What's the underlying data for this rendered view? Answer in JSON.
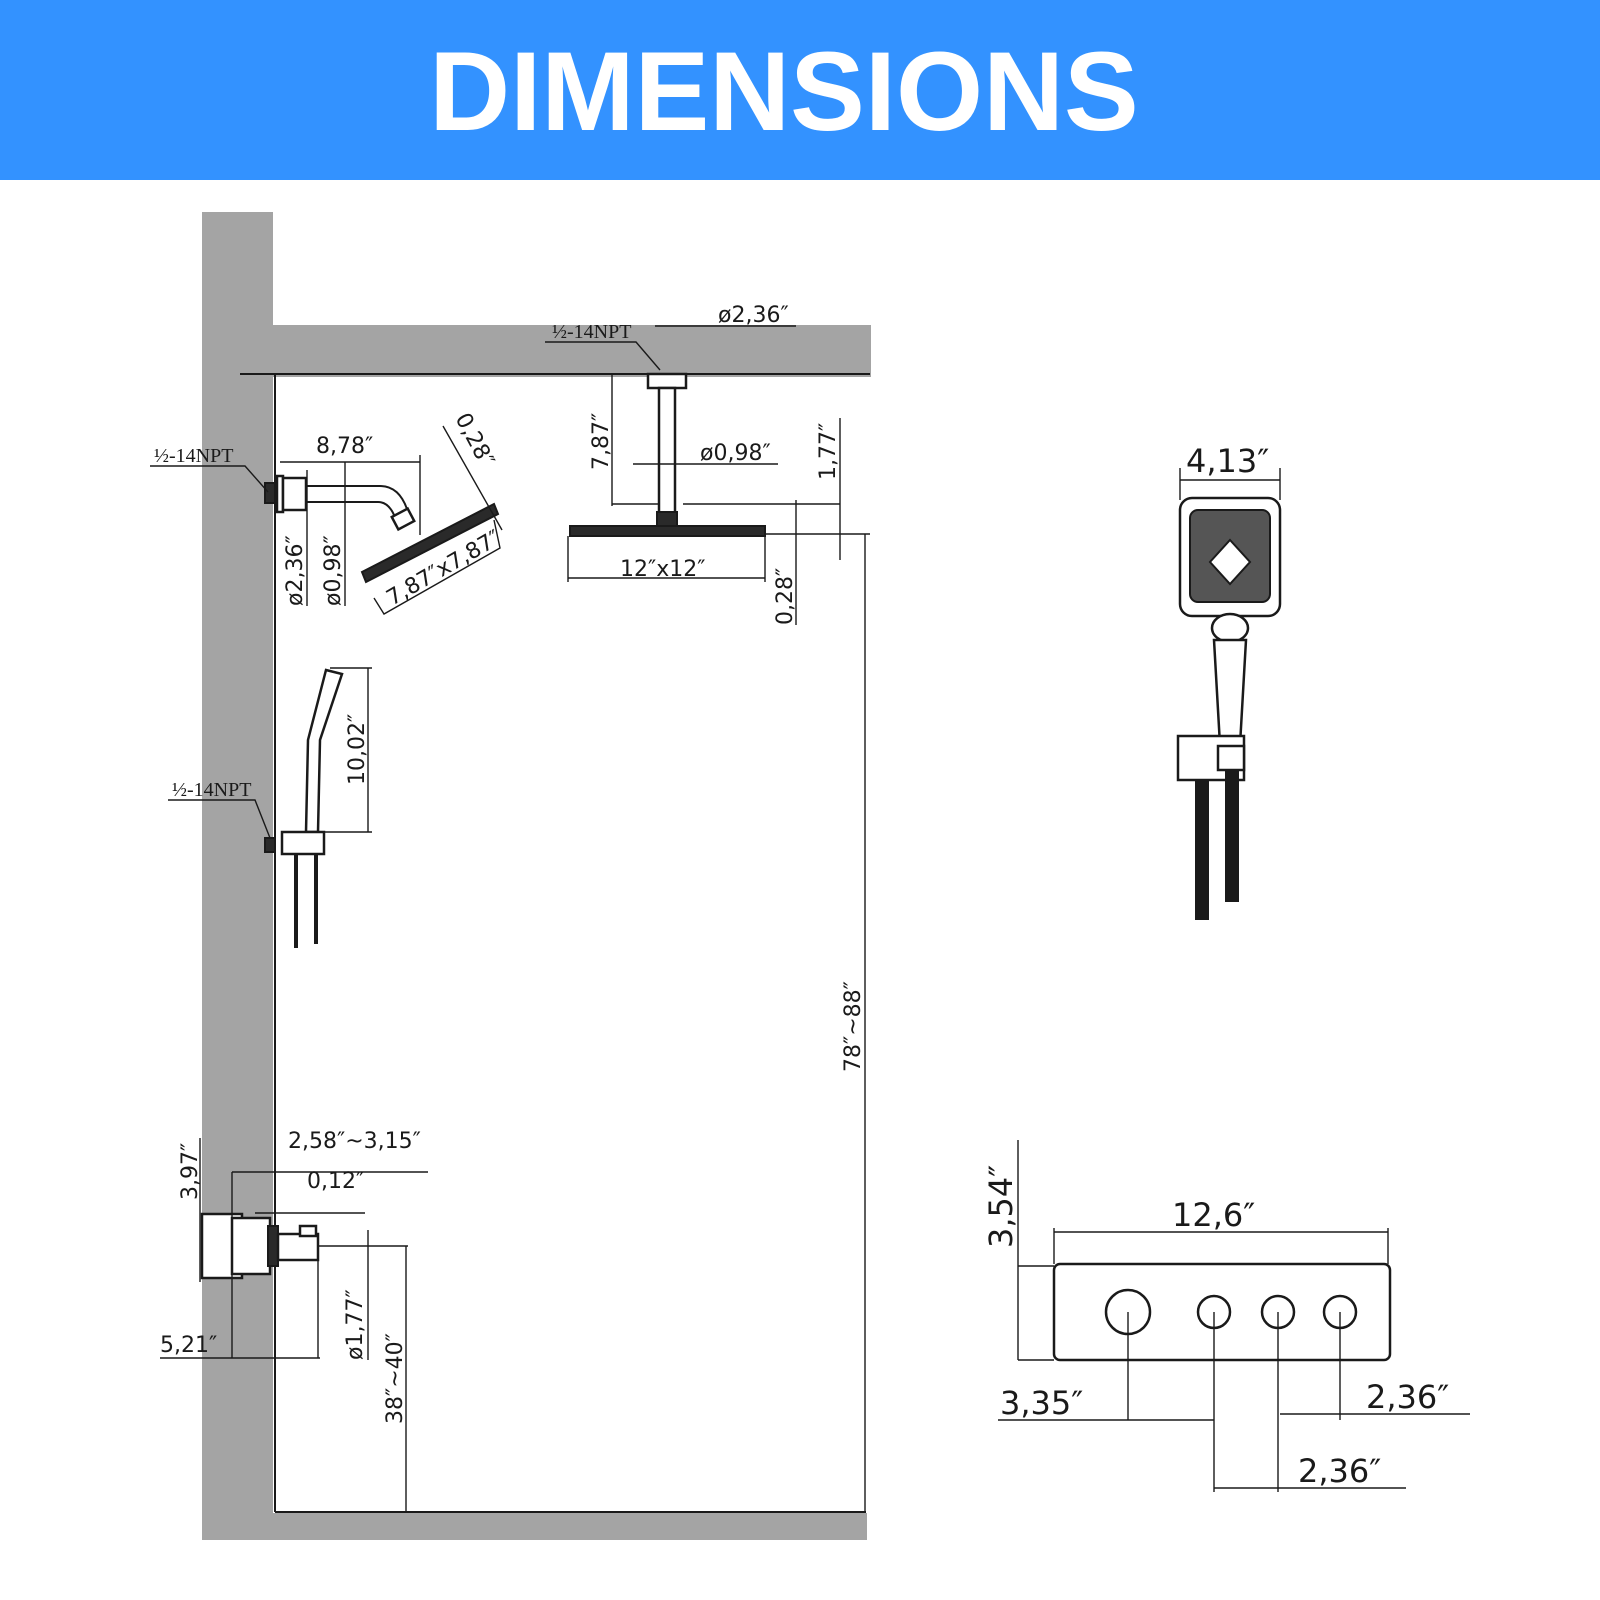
{
  "header": {
    "title": "DIMENSIONS",
    "background_color": "#3392ff",
    "text_color": "#ffffff"
  },
  "wall_color": "#a4a4a4",
  "labels": {
    "npt_ceiling": "½-14NPT",
    "npt_wall_arm": "½-14NPT",
    "npt_handheld": "½-14NPT",
    "ceiling_flange_dia": "ø2,36″",
    "ceiling_arm_length": "7,87″",
    "ceiling_arm_dia": "ø0,98″",
    "ceiling_drop": "1,77″",
    "rain_head_size": "12″x12″",
    "rain_head_thickness": "0,28″",
    "wall_arm_length": "8,78″",
    "wall_head_thickness": "0,28″",
    "wall_flange_dia": "ø2,36″",
    "wall_arm_dia": "ø0,98″",
    "wall_head_size": "7,87″x7,87″",
    "handheld_length": "10,02″",
    "ceiling_height": "78″~88″",
    "valve_depth": "2,58″~3,15″",
    "valve_offset": "0,12″",
    "valve_height": "3,97″",
    "valve_total_depth": "5,21″",
    "valve_outlet_dia": "ø1,77″",
    "valve_height_from_floor": "38″~40″",
    "handheld_width": "4,13″",
    "trim_height": "3,54″",
    "trim_width": "12,6″",
    "trim_left_offset": "3,35″",
    "trim_right_spacing": "2,36″",
    "trim_bottom_spacing": "2,36″"
  }
}
